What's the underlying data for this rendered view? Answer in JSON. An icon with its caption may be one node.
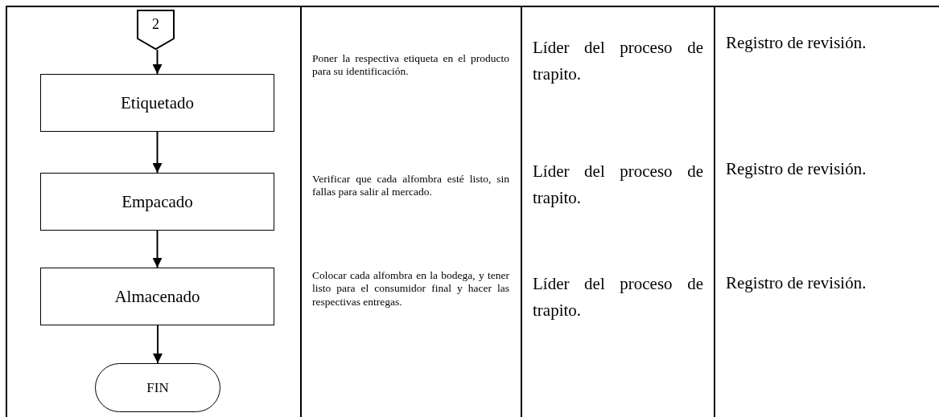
{
  "diagram": {
    "nodes": [
      {
        "text": [
          "2"
        ]
      },
      {
        "text": [
          "Etiquetado"
        ]
      },
      {
        "text": [
          "Empacado"
        ]
      },
      {
        "text": [
          "Almacenado"
        ]
      },
      {
        "text": [
          "FIN"
        ]
      }
    ],
    "edges": [
      {
        "from": 0,
        "to": 1,
        "arrow": "to"
      },
      {
        "from": 1,
        "to": 2,
        "arrow": "to"
      },
      {
        "from": 2,
        "to": 3,
        "arrow": "to"
      },
      {
        "from": 3,
        "to": 4,
        "arrow": "to"
      }
    ],
    "labels": [
      "Poner la respectiva etiqueta en el producto para su identificación.",
      "Líder del proceso de trapito.",
      "Registro de revisión.",
      "Verificar que cada alfombra esté listo, sin fallas para salir al mercado.",
      "Líder del proceso de trapito.",
      "Registro de revisión.",
      "Colocar cada alfombra en la bodega, y tener listo para el consumidor final y hacer las respectivas entregas.",
      "Líder del proceso de trapito.",
      "Registro de revisión."
    ]
  }
}
